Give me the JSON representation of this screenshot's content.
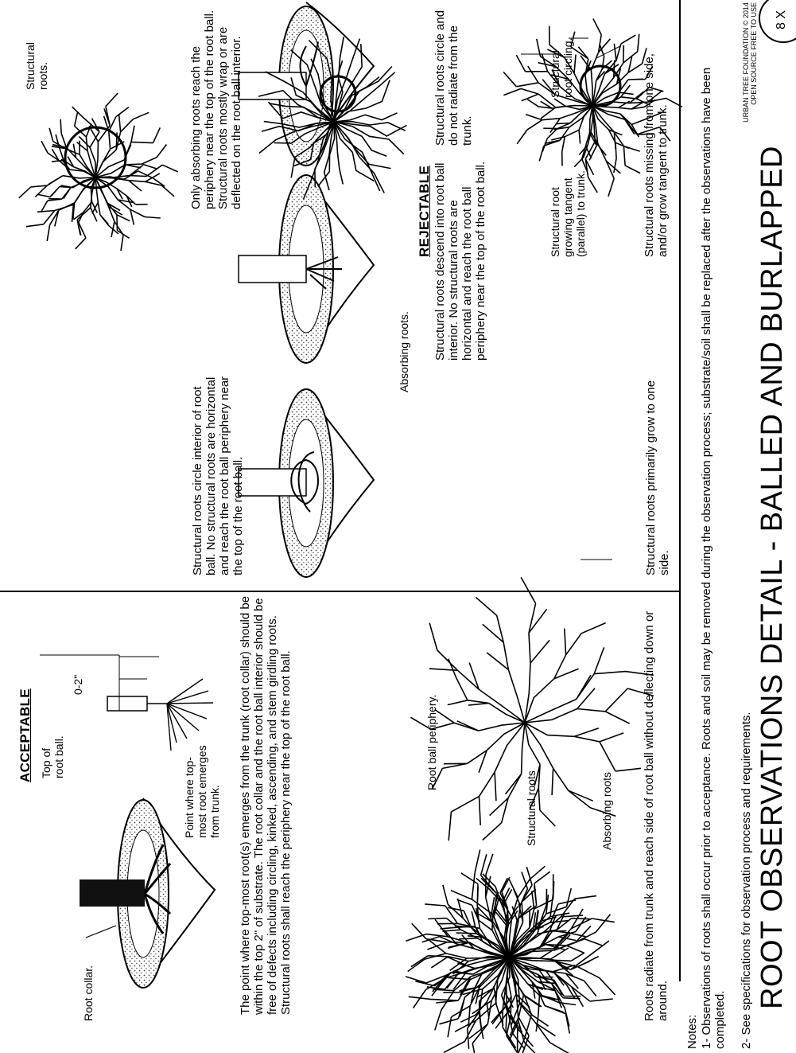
{
  "sections": {
    "acceptable": "ACCEPTABLE",
    "rejectable": "REJECTABLE"
  },
  "acceptable": {
    "root_collar_label": "Root collar.",
    "top_of_root_ball_label": "Top of root ball.",
    "dimension_label": "0-2\"",
    "point_label": "Point where top-most root emerges from trunk.",
    "description_1": "The point where top-most root(s) emerges from the trunk (root collar) should be within the top 2\" of substrate. The root collar and the root ball interior should be free of defects including circling, kinked, ascending, and stem girdling roots. Structural roots shall reach the periphery near the top of the root ball.",
    "root_ball_periphery_label": "Root ball periphery.",
    "structural_roots_label": "Structural roots",
    "absorbing_roots_label": "Absorbing roots",
    "description_2": "Roots radiate from trunk and reach side of root ball without deflecting down or around."
  },
  "rejectable": {
    "desc_1": "Structural roots circle interior of root ball. No structural roots are horizontal and reach the root ball periphery near the top of the root ball.",
    "absorbing_roots_label": "Absorbing roots.",
    "structural_roots_label": "Structural roots.",
    "desc_2": "Only absorbing roots reach the periphery near the top of the root ball. Structural roots mostly wrap or are deflected on the root ball interior.",
    "desc_3": "Structural roots descend into root ball interior. No structural roots are horizontal and reach the root ball periphery near the top of the root ball.",
    "desc_4": "Structural roots circle and do not radiate from the trunk.",
    "desc_5": "Structural roots primarily grow to one side.",
    "tangent_label": "Structural root growing tangent (parallel) to trunk.",
    "circling_label": "Structural root circling.",
    "desc_6": "Structural roots missing from one side, and/or grow tangent to trunk."
  },
  "notes": {
    "heading": "Notes:",
    "note_1": "1- Observations of roots shall occur prior to acceptance. Roots and soil may be removed during the observation process; substrate/soil shall be replaced after the observations have been completed.",
    "note_2": "2- See specifications for observation process and requirements."
  },
  "title": "ROOT OBSERVATIONS DETAIL - BALLED AND BURLAPPED",
  "credit": {
    "line_1": "URBAN TREE FOUNDATION © 2014",
    "line_2": "OPEN SOURCE FREE TO USE"
  },
  "detail_marker": "8 X"
}
